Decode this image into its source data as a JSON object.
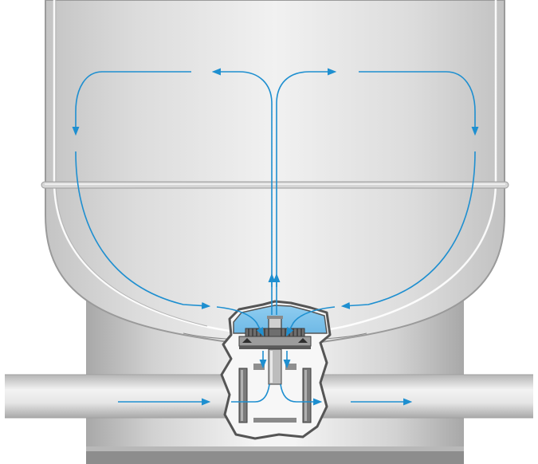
{
  "diagram": {
    "labels": [],
    "colors": {
      "flow_arrow": "#1e8fd0",
      "fluid_fill": "#7fc4ec",
      "vessel_light": "#f2f2f2",
      "vessel_mid": "#cfcfcf",
      "vessel_dark": "#a9a9a9",
      "housing_outline": "#555555",
      "impeller_dark": "#4a4a4a"
    },
    "components": [
      "mixing-vessel",
      "support-column",
      "horizontal-pipe",
      "bottom-mounted-impeller",
      "flow-arrows"
    ]
  }
}
